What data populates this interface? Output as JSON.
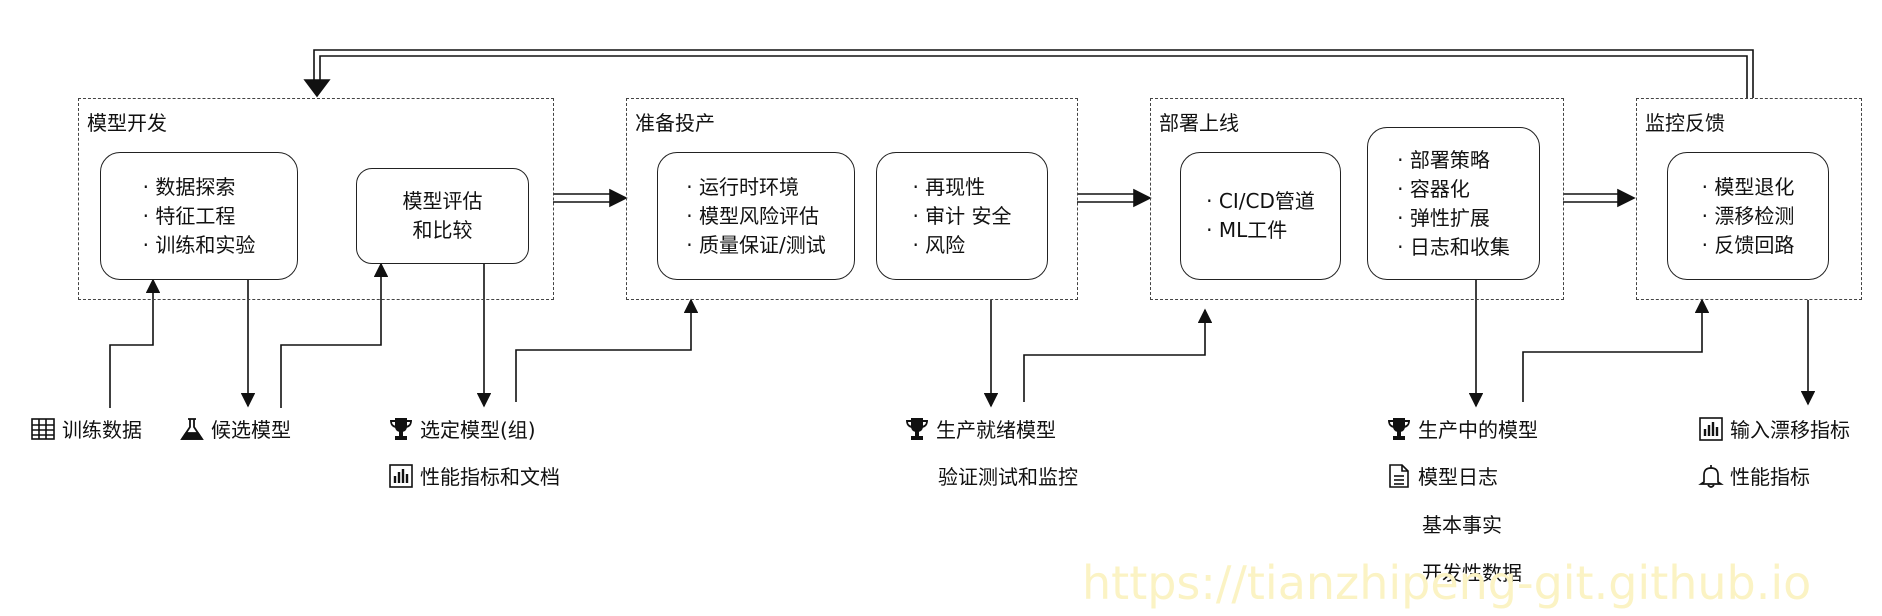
{
  "stages": {
    "model_dev": {
      "title": "模型开发"
    },
    "prep": {
      "title": "准备投产"
    },
    "deploy": {
      "title": "部署上线"
    },
    "monitor": {
      "title": "监控反馈"
    }
  },
  "boxes": {
    "explore": [
      "数据探索",
      "特征工程",
      "训练和实验"
    ],
    "evaluate": [
      "模型评估",
      "和比较"
    ],
    "runtime": [
      "运行时环境",
      "模型风险评估",
      "质量保证/测试"
    ],
    "repro": [
      "再现性",
      "审计 安全",
      "风险"
    ],
    "cicd": [
      "CI/CD管道",
      "ML工件"
    ],
    "strategy": [
      "部署策略",
      "容器化",
      "弹性扩展",
      "日志和收集"
    ],
    "degrade": [
      "模型退化",
      "漂移检测",
      "反馈回路"
    ]
  },
  "artifacts": {
    "train_data": "训练数据",
    "candidate": "候选模型",
    "selected": "选定模型(组)",
    "metrics_docs": "性能指标和文档",
    "prod_ready": "生产就绪模型",
    "verify": "验证测试和监控",
    "in_prod": "生产中的模型",
    "model_log": "模型日志",
    "ground_truth": "基本事实",
    "dev_data": "开发性数据",
    "drift_metric": "输入漂移指标",
    "perf_metric": "性能指标"
  },
  "icons": {
    "train_data": "table-icon",
    "candidate": "flask-icon",
    "selected": "trophy-icon",
    "metrics_docs": "bar-chart-icon",
    "prod_ready": "trophy-icon",
    "in_prod": "trophy-icon",
    "model_log": "document-icon",
    "drift_metric": "bar-chart-icon",
    "perf_metric": "bell-icon"
  },
  "watermark": "https://tianzhipeng-git.github.io"
}
